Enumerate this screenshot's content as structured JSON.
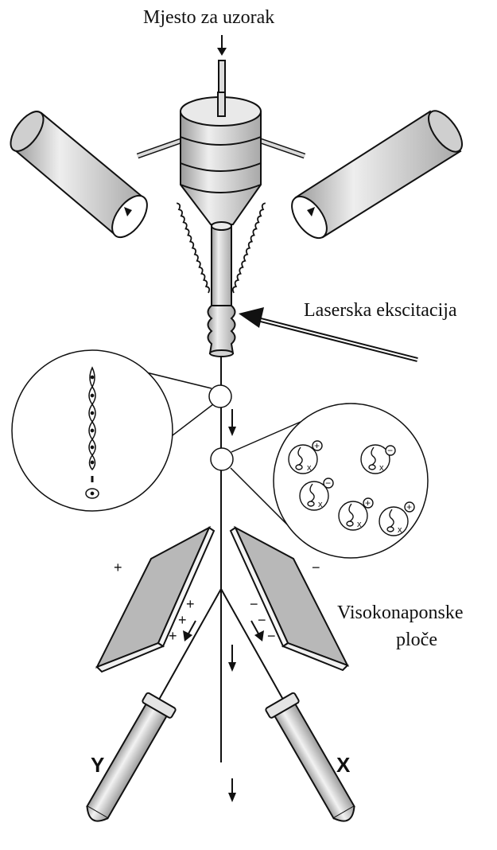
{
  "labels": {
    "sample": "Mjesto za uzorak",
    "laser": "Laserska ekscitacija",
    "plates_line1": "Visokonaponske",
    "plates_line2": "ploče",
    "tube_left": "Y",
    "tube_right": "X",
    "plus": "+",
    "minus": "−",
    "cell_mark": "x"
  },
  "colors": {
    "stroke": "#111111",
    "body_light": "#e6e6e6",
    "body_mid": "#c9c9c9",
    "body_dark": "#9a9a9a",
    "plate": "#bdbdbd"
  }
}
